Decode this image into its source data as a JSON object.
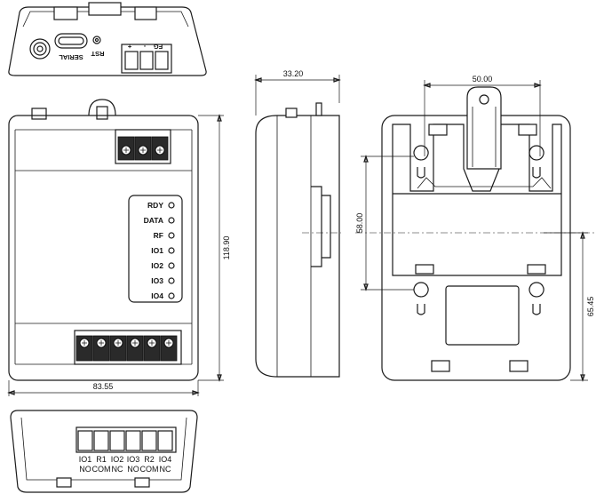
{
  "top_view": {
    "labels": [
      "SERIAL",
      "RST",
      "FG",
      "+",
      "-"
    ]
  },
  "front_view": {
    "leds": [
      "RDY",
      "DATA",
      "RF",
      "IO1",
      "IO2",
      "IO3",
      "IO4"
    ]
  },
  "bottom_view": {
    "terminals_top": [
      "IO1",
      "R1",
      "IO2",
      "IO3",
      "R2",
      "IO4"
    ],
    "terminals_bottom": [
      "NO",
      "COM",
      "NC",
      "NO",
      "COM",
      "NC"
    ]
  },
  "dimensions": {
    "width": "83.55",
    "height": "118.90",
    "depth": "33.20",
    "hole_spacing_h": "50.00",
    "hole_spacing_v": "58.00",
    "hole_offset": "65.45"
  }
}
